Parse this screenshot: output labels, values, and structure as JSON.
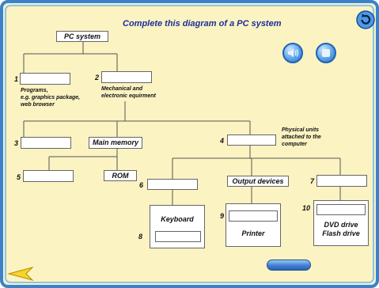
{
  "title": "Complete this diagram of a PC system",
  "root_label": "PC system",
  "items": [
    {
      "num": "1",
      "text": "Programs,\ne.g. graphics package,\nweb browser"
    },
    {
      "num": "2",
      "text": "Mechanical and\nelectronic equirment"
    },
    {
      "num": "3"
    },
    {
      "label": "Main memory"
    },
    {
      "num": "4",
      "text": "Physical units\nattached to the\ncomputer"
    },
    {
      "num": "5"
    },
    {
      "label": "ROM"
    },
    {
      "num": "6"
    },
    {
      "label": "Output devices"
    },
    {
      "num": "7"
    },
    {
      "label": "Keyboard",
      "num": "8"
    },
    {
      "label": "Printer",
      "num": "9"
    },
    {
      "label": "DVD drive\nFlash drive",
      "num": "10"
    }
  ],
  "colors": {
    "title": "#1b2f9c",
    "background": "#fbf3c2",
    "border": "#3a82cc"
  },
  "icons": {
    "refresh": "refresh-icon",
    "speaker": "speaker-icon",
    "stop": "stop-icon",
    "back": "back-arrow-icon"
  }
}
